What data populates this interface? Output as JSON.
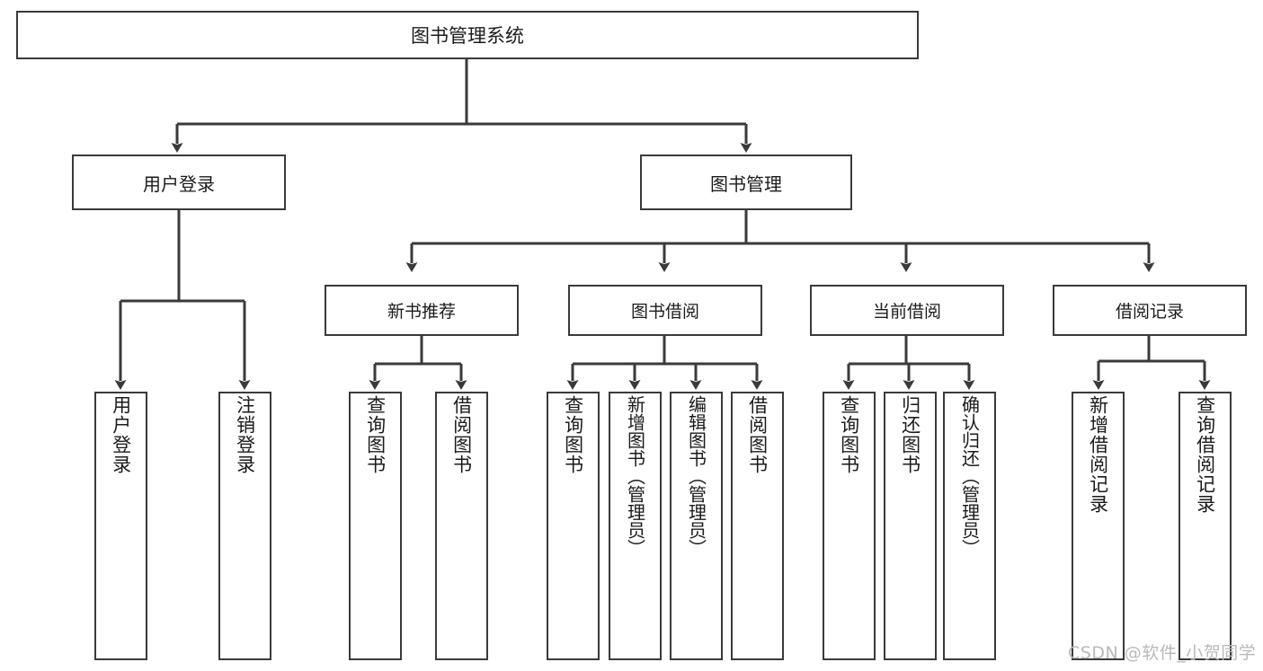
{
  "diagram": {
    "type": "tree-hierarchy",
    "title": "图书管理系统",
    "watermark": "CSDN @软件_小贺同学",
    "colors": {
      "background": "#ffffff",
      "stroke": "#3a3a3a",
      "text": "#1b1b1b",
      "watermark": "#b9b9b9"
    },
    "root": {
      "label": "图书管理系统"
    },
    "level1": [
      {
        "label": "用户登录"
      },
      {
        "label": "图书管理"
      }
    ],
    "level2": [
      {
        "label": "新书推荐"
      },
      {
        "label": "图书借阅"
      },
      {
        "label": "当前借阅"
      },
      {
        "label": "借阅记录"
      }
    ],
    "leaves": {
      "user_login": [
        {
          "label": "用户登录"
        },
        {
          "label": "注销登录"
        }
      ],
      "new_book": [
        {
          "label": "查询图书"
        },
        {
          "label": "借阅图书"
        }
      ],
      "book_borrow": [
        {
          "label": "查询图书"
        },
        {
          "label": "新增图书（管理员）"
        },
        {
          "label": "编辑图书（管理员）"
        },
        {
          "label": "借阅图书"
        }
      ],
      "current_borrow": [
        {
          "label": "查询图书"
        },
        {
          "label": "归还图书"
        },
        {
          "label": "确认归还（管理员）"
        }
      ],
      "borrow_record": [
        {
          "label": "新增借阅记录"
        },
        {
          "label": "查询借阅记录"
        }
      ]
    }
  }
}
